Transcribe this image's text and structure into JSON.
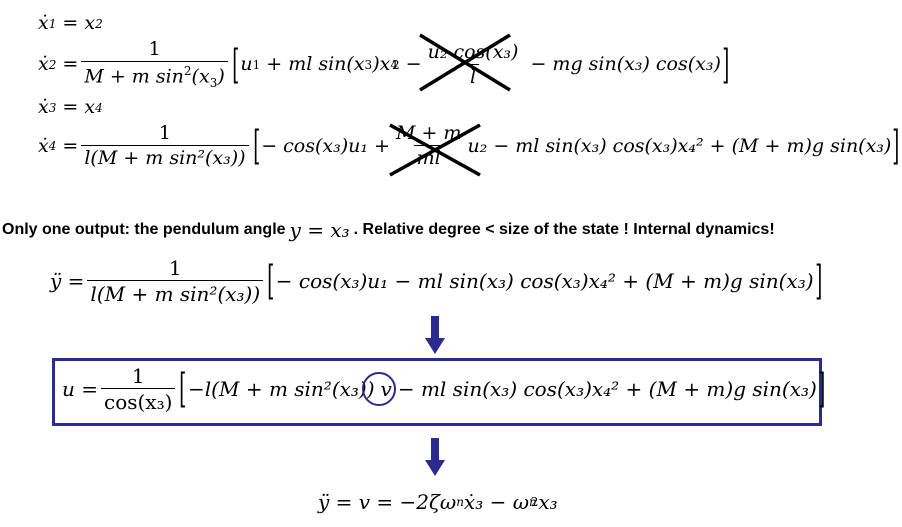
{
  "eq1": {
    "lhs": "ẋ",
    "lhs_sub": "1",
    "rhs": "x",
    "rhs_sub": "2"
  },
  "eq2": {
    "lhs": "ẋ",
    "lhs_sub": "2",
    "frac_num": "1",
    "frac_den": "M + m sin",
    "frac_den_tail": "(x",
    "term1": "u",
    "term2": "+ ml sin(x",
    "term2b": ")x",
    "crossed_num": "u₂ cos(x₃)",
    "crossed_den": "l",
    "term3": "− mg sin(x₃) cos(x₃)"
  },
  "eq3": {
    "lhs": "ẋ",
    "lhs_sub": "3",
    "rhs": "x",
    "rhs_sub": "4"
  },
  "eq4": {
    "lhs": "ẋ",
    "lhs_sub": "4",
    "frac_num": "1",
    "frac_den": "l(M + m sin²(x₃))",
    "term1": "− cos(x₃)u₁ +",
    "crossed_num": "M + m",
    "crossed_den": "ml",
    "term2": "u₂ − ml sin(x₃) cos(x₃)x₄² + (M + m)g sin(x₃)"
  },
  "statement": {
    "before": "Only one output: the pendulum angle",
    "math": "y = x₃",
    "after": ". Relative degree < size of the state ! Internal dynamics!"
  },
  "eq5": {
    "lhs": "ÿ =",
    "frac_num": "1",
    "frac_den": "l(M + m sin²(x₃))",
    "body": "− cos(x₃)u₁ − ml sin(x₃) cos(x₃)x₄² + (M + m)g sin(x₃)"
  },
  "eq6": {
    "lhs": "u =",
    "frac_num": "1",
    "frac_den": "cos(x₃)",
    "body_a": "−l(M + m sin²(x₃))",
    "body_v": "v",
    "body_b": "− ml sin(x₃) cos(x₃)x₄² + (M + m)g sin(x₃)"
  },
  "eq7": {
    "text": "ÿ = v = −2ζω",
    "sub_n": "n",
    "mid": "ẋ₃ − ω",
    "tail": "x₃"
  },
  "colors": {
    "accent": "#2b2b8f"
  }
}
